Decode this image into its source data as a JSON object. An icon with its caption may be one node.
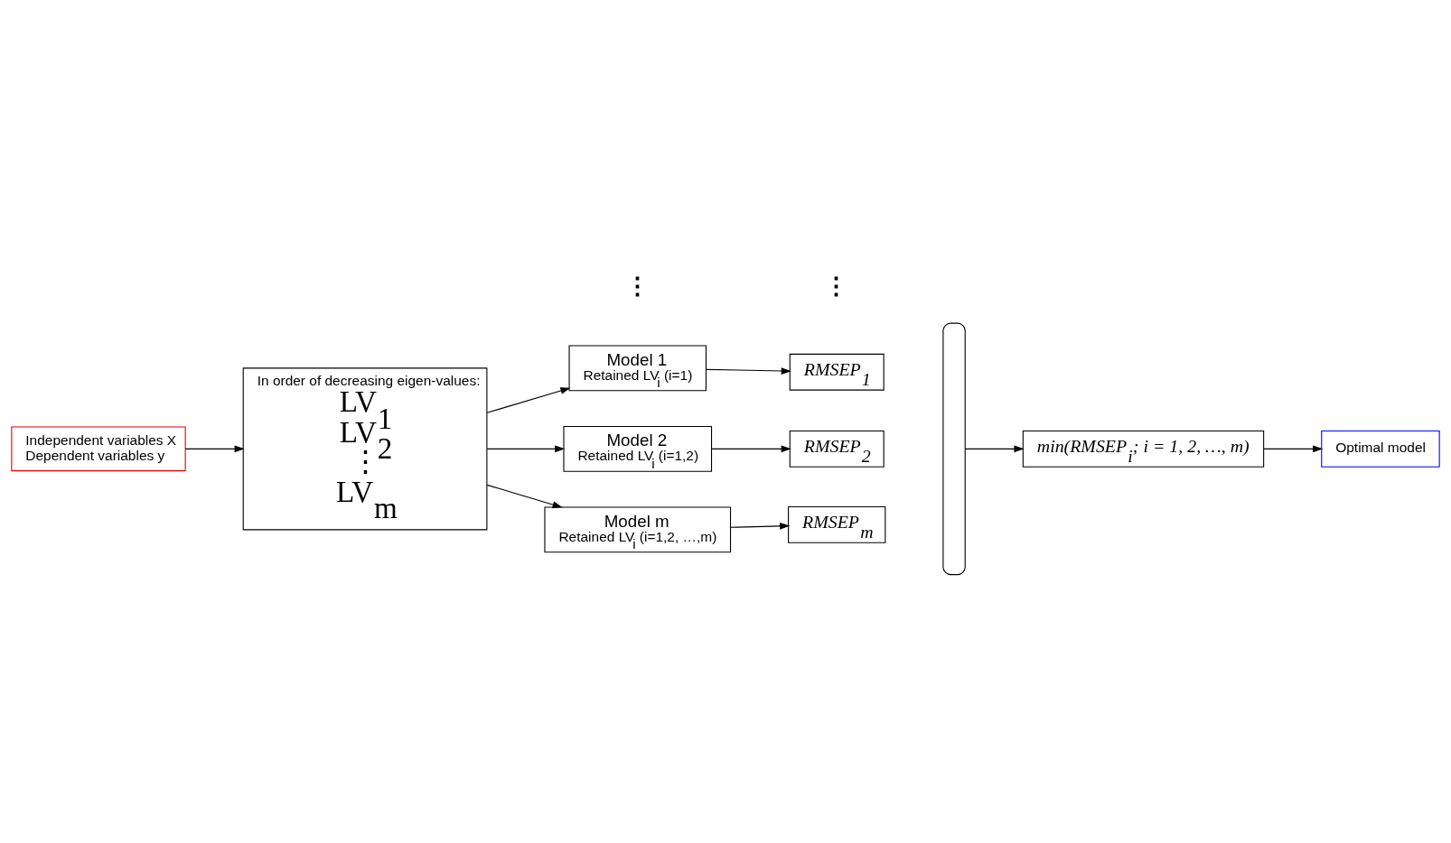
{
  "diagram": {
    "nodes": [
      {
        "text": [
          "Independent variables X",
          "Dependent variables y"
        ]
      },
      {
        "text": [
          "In order of decreasing eigen-values:",
          "LV$_{1}$",
          "LV$_{2}$",
          "⋮",
          "LV$_{m}$"
        ]
      },
      {
        "text": [
          "Model 1",
          "Retained LV$_{i}$ (i=1)"
        ]
      },
      {
        "text": [
          "Model 2",
          "Retained LV$_{i}$ (i=1,2)"
        ]
      },
      {
        "text": [
          "Model m",
          "Retained LV$_{i}$ (i=1,2, …,m)"
        ]
      },
      {
        "text": [
          "RMSEP$_{1}$"
        ]
      },
      {
        "text": [
          "RMSEP$_{2}$"
        ]
      },
      {
        "text": [
          "RMSEP$_{m}$"
        ]
      },
      {
        "text": [],
        "shape": "brace"
      },
      {
        "text": [
          "min(RMSEP$_{i}$; i = 1, 2, …, m)"
        ]
      },
      {
        "text": [
          "Optimal model"
        ]
      }
    ],
    "edges": [
      {
        "from": 0,
        "to": 1,
        "arrow": "to"
      },
      {
        "from": 1,
        "to": 2,
        "arrow": "to"
      },
      {
        "from": 1,
        "to": 3,
        "arrow": "to"
      },
      {
        "from": 1,
        "to": 4,
        "arrow": "to"
      },
      {
        "from": 2,
        "to": 5,
        "arrow": "to"
      },
      {
        "from": 3,
        "to": 6,
        "arrow": "to"
      },
      {
        "from": 4,
        "to": 7,
        "arrow": "to"
      },
      {
        "from": 8,
        "to": 9,
        "arrow": "to"
      },
      {
        "from": 9,
        "to": 10,
        "arrow": "to"
      }
    ],
    "labels": [
      "⋮",
      "⋮"
    ]
  }
}
